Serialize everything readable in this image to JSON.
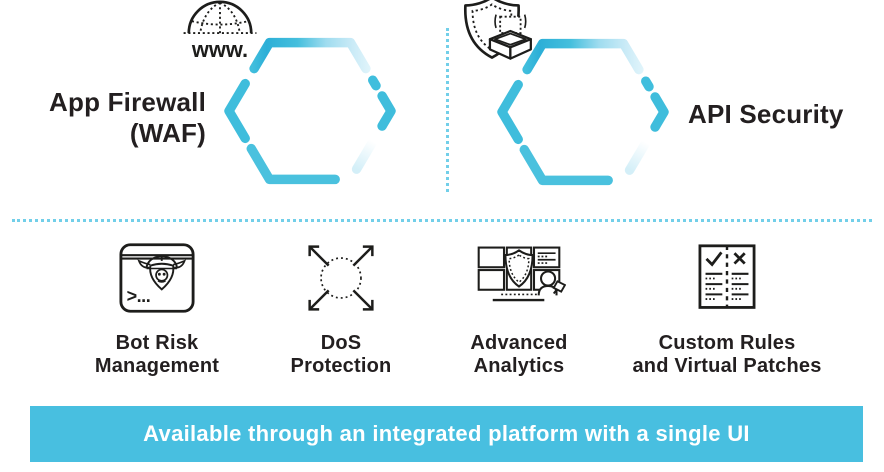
{
  "top": {
    "waf": {
      "line1": "App Firewall",
      "line2": "(WAF)"
    },
    "api": {
      "label": "API Security"
    },
    "globe_text": "www.",
    "bot_prompt": ">..."
  },
  "features": [
    {
      "line1": "Bot Risk",
      "line2": "Management"
    },
    {
      "line1": "DoS",
      "line2": "Protection"
    },
    {
      "line1": "Advanced",
      "line2": "Analytics"
    },
    {
      "line1": "Custom Rules",
      "line2": "and Virtual Patches"
    }
  ],
  "banner": {
    "text": "Available through an integrated platform with a single UI",
    "bg_color": "#48BFE0",
    "text_color": "#FFFFFF"
  },
  "colors": {
    "accent_teal": "#3FBDDC",
    "accent_teal_dark": "#2BAED7",
    "accent_light": "#A9DFF1",
    "divider": "#72CFE9",
    "text_dark": "#231F20",
    "icon_stroke": "#1D1D1B"
  }
}
